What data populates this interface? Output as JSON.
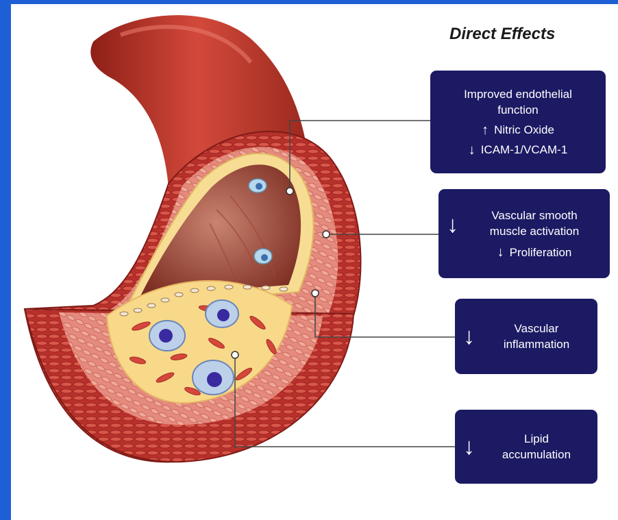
{
  "title": "Direct Effects",
  "boxes": {
    "endothelial": {
      "line1": "Improved endothelial",
      "line2": "function",
      "item1_arrow": "↑",
      "item1": "Nitric Oxide",
      "item2_arrow": "↓",
      "item2": "ICAM-1/VCAM-1"
    },
    "smooth_muscle": {
      "arrow": "↓",
      "line1": "Vascular smooth",
      "line2": "muscle activation",
      "item_arrow": "↓",
      "item": "Proliferation"
    },
    "inflammation": {
      "arrow": "↓",
      "line1": "Vascular",
      "line2": "inflammation"
    },
    "lipid": {
      "arrow": "↓",
      "line1": "Lipid",
      "line2": "accumulation"
    }
  },
  "colors": {
    "box_fill": "#1c1a63",
    "page_border": "#1f5fd6",
    "vessel_outer": "#c0392b",
    "vessel_wall": "#b5302a",
    "lumen": "#8a3a2a",
    "plaque": "#f6d888"
  }
}
